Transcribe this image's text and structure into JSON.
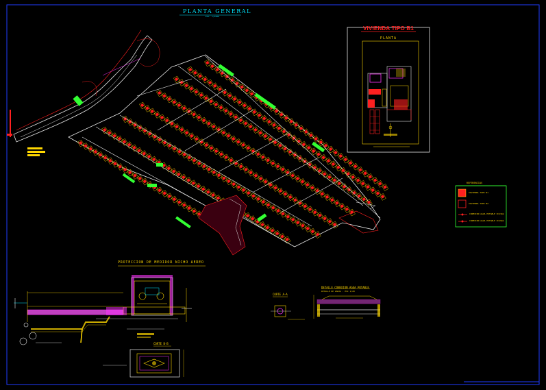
{
  "app": {
    "background": "#000000",
    "border_color": "#1f3cff"
  },
  "drawing": {
    "title": "PLANTA GENERAL",
    "subtitle": "ESC: 1/1000"
  },
  "vivienda": {
    "title": "VIVIENDA TIPO B1",
    "subtitle": "PLANTA"
  },
  "legend": {
    "title": "REFERENCIAS",
    "items": [
      {
        "label": "VIVIENDA TIPO B1"
      },
      {
        "label": "VIVIENDA TIPO B2"
      },
      {
        "label": "CONEXION AGUA POTABLE D=13mm"
      },
      {
        "label": "CONEXION AGUA POTABLE D=19mm"
      }
    ]
  },
  "details": {
    "proteccion_title": "PROTECCION DE MEDIDOR NICHO AEREO",
    "corte_a": "CORTE A-A",
    "corte_b": "DETALLE CONEXION AGUA POTABLE",
    "corte_b2": "DETALLE DE ZANJA - ESC 1/20",
    "corte_c": "CORTE B-B"
  },
  "colors": {
    "house_red": "#ff1a1a",
    "lot_yellow": "#ffd700",
    "street_white": "#e8e8e8",
    "label_green": "#33ff33",
    "accent_cyan": "#00e5ff",
    "magenta": "#ff33ff"
  }
}
